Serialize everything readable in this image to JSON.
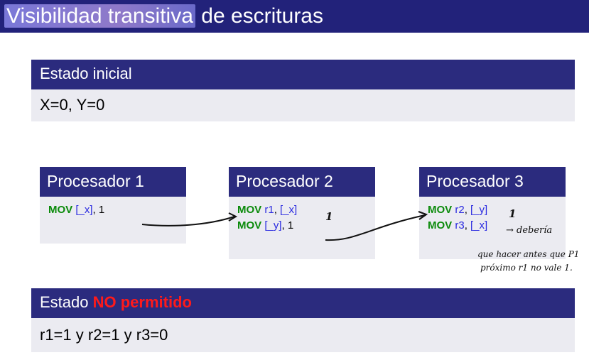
{
  "title": {
    "highlight": "Visibilidad transitiva",
    "rest": " de escrituras"
  },
  "initial_state": {
    "heading": "Estado inicial",
    "value": "X=0, Y=0"
  },
  "processors": [
    {
      "name": "Procesador 1",
      "lines": [
        {
          "op": "MOV",
          "a1": "[_x]",
          "sep": ", ",
          "a2": "1"
        }
      ]
    },
    {
      "name": "Procesador 2",
      "lines": [
        {
          "op": "MOV",
          "a1": "r1",
          "sep": ", ",
          "a2": "[_x]"
        },
        {
          "op": "MOV",
          "a1": "[_y]",
          "sep": ", ",
          "a2": "1"
        }
      ]
    },
    {
      "name": "Procesador 3",
      "lines": [
        {
          "op": "MOV",
          "a1": "r2",
          "sep": ", ",
          "a2": "[_y]"
        },
        {
          "op": "MOV",
          "a1": "r3",
          "sep": ", ",
          "a2": "[_x]"
        }
      ]
    }
  ],
  "handwritten": {
    "ones": [
      "1",
      "1"
    ],
    "note_lines": [
      "→ debería",
      "que hacer antes que P1",
      "próximo r1 no vale 1."
    ]
  },
  "forbidden_state": {
    "heading_prefix": "Estado ",
    "heading_emph": "NO permitido",
    "value": "r1=1 y r2=1 y r3=0"
  },
  "colors": {
    "title_bar": "#22227a",
    "block_header": "#2b2b7e",
    "block_body": "#ebebf1",
    "keyword": "#0a8a0a",
    "register": "#2a2ae0",
    "emphasis": "#ff1a1a"
  }
}
